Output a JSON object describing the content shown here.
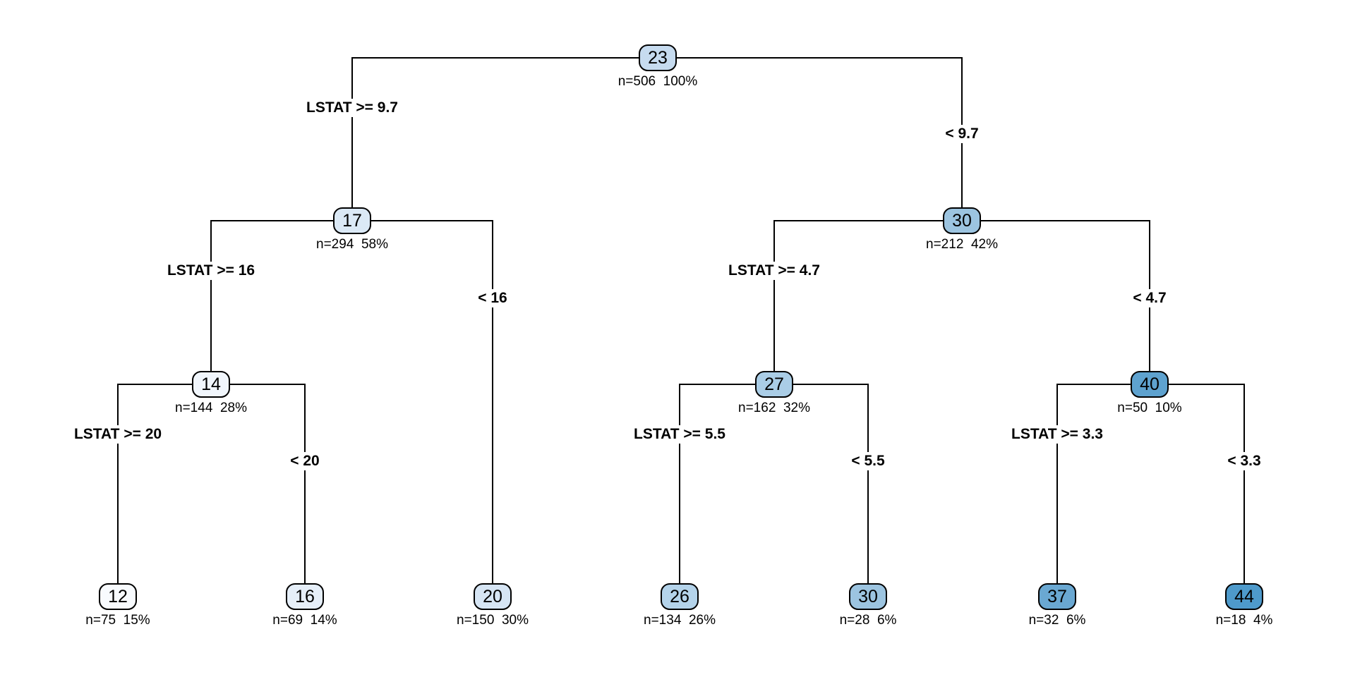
{
  "diagram": {
    "kind": "regression decision tree",
    "split_variable": "LSTAT",
    "line_color": "#000000",
    "background_color": "#ffffff"
  },
  "nodes": [
    {
      "id": "root",
      "value": "23",
      "stats": "n=506  100%",
      "fill": "#c6dbef",
      "leaf": false
    },
    {
      "id": "n17",
      "value": "17",
      "stats": "n=294  58%",
      "fill": "#dbe9f6",
      "leaf": false
    },
    {
      "id": "n30",
      "value": "30",
      "stats": "n=212  42%",
      "fill": "#9cc4e0",
      "leaf": false
    },
    {
      "id": "n14",
      "value": "14",
      "stats": "n=144  28%",
      "fill": "#f1f6fc",
      "leaf": false
    },
    {
      "id": "n27",
      "value": "27",
      "stats": "n=162  32%",
      "fill": "#aacde6",
      "leaf": false
    },
    {
      "id": "n40",
      "value": "40",
      "stats": "n=50  10%",
      "fill": "#5ea2cf",
      "leaf": false
    },
    {
      "id": "leaf12",
      "value": "12",
      "stats": "n=75  15%",
      "fill": "#f8fbfe",
      "leaf": true
    },
    {
      "id": "leaf16",
      "value": "16",
      "stats": "n=69  14%",
      "fill": "#e6eff9",
      "leaf": true
    },
    {
      "id": "leaf20",
      "value": "20",
      "stats": "n=150  30%",
      "fill": "#d6e5f4",
      "leaf": true
    },
    {
      "id": "leaf26",
      "value": "26",
      "stats": "n=134  26%",
      "fill": "#b4d3ea",
      "leaf": true
    },
    {
      "id": "leaf30",
      "value": "30",
      "stats": "n=28  6%",
      "fill": "#9cc4e0",
      "leaf": true
    },
    {
      "id": "leaf37",
      "value": "37",
      "stats": "n=32  6%",
      "fill": "#6aa8d2",
      "leaf": true
    },
    {
      "id": "leaf44",
      "value": "44",
      "stats": "n=18  4%",
      "fill": "#4e9acb",
      "leaf": true
    }
  ],
  "splits": [
    {
      "label": "LSTAT >= 9.7"
    },
    {
      "label": "< 9.7"
    },
    {
      "label": "LSTAT >= 16"
    },
    {
      "label": "< 16"
    },
    {
      "label": "LSTAT >= 4.7"
    },
    {
      "label": "< 4.7"
    },
    {
      "label": "LSTAT >= 20"
    },
    {
      "label": "< 20"
    },
    {
      "label": "LSTAT >= 5.5"
    },
    {
      "label": "< 5.5"
    },
    {
      "label": "LSTAT >= 3.3"
    },
    {
      "label": "< 3.3"
    }
  ]
}
